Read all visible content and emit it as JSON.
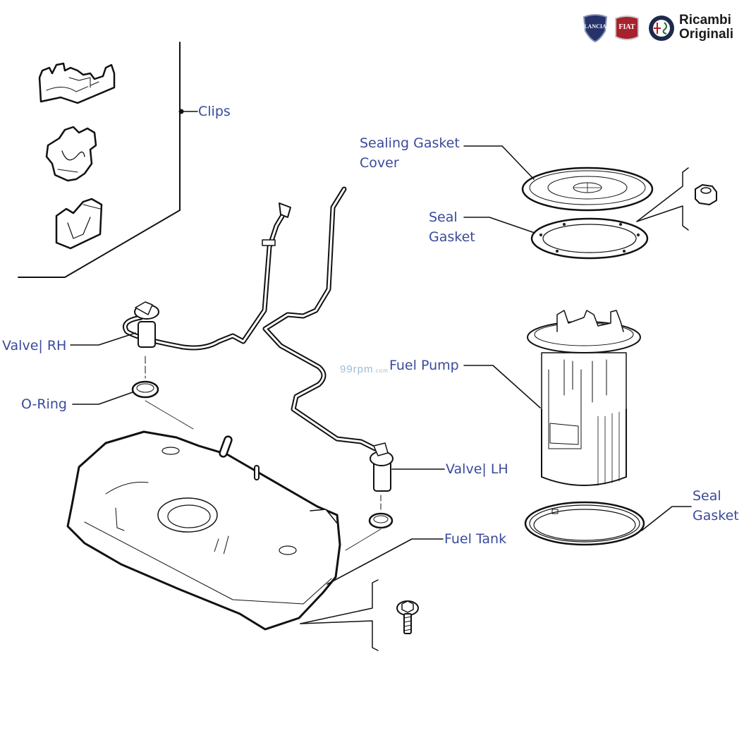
{
  "diagram": {
    "title": "Fuel tank assembly exploded parts diagram",
    "branding": {
      "logos": [
        {
          "name": "Lancia",
          "text": "LANCIA",
          "color": "#26336b"
        },
        {
          "name": "Fiat",
          "text": "FIAT",
          "color": "#a8222d"
        },
        {
          "name": "Alfa Romeo",
          "text": "",
          "color": "#1f6e3a"
        }
      ],
      "line1": "Ricambi",
      "line2": "Originali"
    },
    "watermark": {
      "main": "99rpm",
      "suffix": ".com"
    },
    "label_color": "#3a4a9a",
    "labels": {
      "clips": "Clips",
      "sealing_gasket_cover_1": "Sealing Gasket",
      "sealing_gasket_cover_2": "Cover",
      "seal_gasket_top_1": "Seal",
      "seal_gasket_top_2": "Gasket",
      "valve_rh": "Valve| RH",
      "o_ring": "O-Ring",
      "fuel_pump": "Fuel Pump",
      "valve_lh": "Valve| LH",
      "seal_gasket_bottom_1": "Seal",
      "seal_gasket_bottom_2": "Gasket",
      "fuel_tank": "Fuel Tank"
    }
  }
}
